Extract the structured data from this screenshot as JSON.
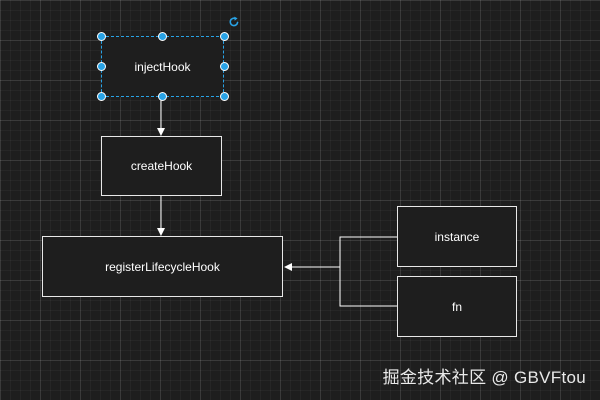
{
  "nodes": {
    "inject_hook": "injectHook",
    "create_hook": "createHook",
    "register_lifecycle_hook": "registerLifecycleHook",
    "instance": "instance",
    "fn": "fn"
  },
  "selection": {
    "target": "injectHook",
    "handle_icons": [
      "resize-handle-icon",
      "rotate-icon"
    ]
  },
  "watermark": "掘金技术社区 @ GBVFtou",
  "colors": {
    "background": "#1e1e1e",
    "grid": "#2e2e2e",
    "node_border": "#e8e8e8",
    "text": "#ffffff",
    "selection": "#29a3e6"
  }
}
